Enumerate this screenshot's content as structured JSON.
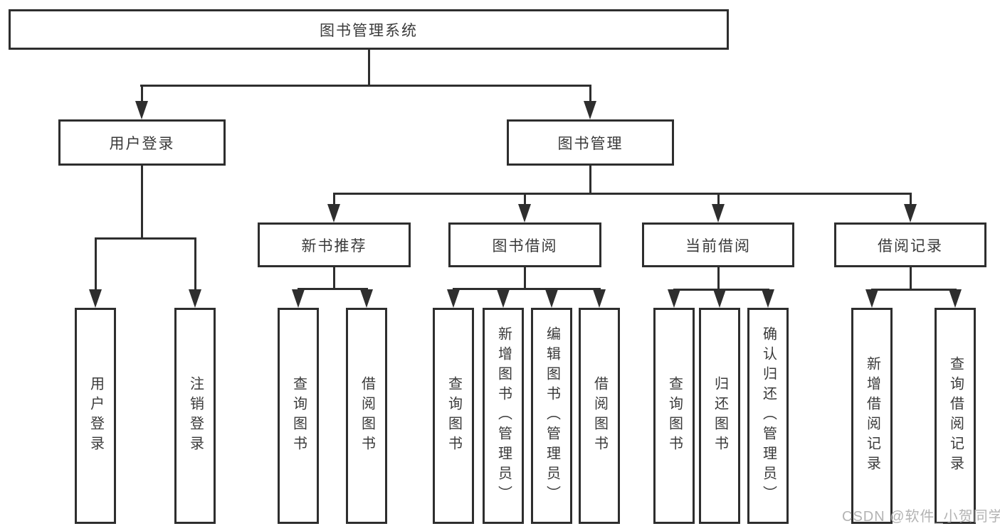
{
  "diagram_title": "图书管理系统",
  "tree": {
    "root": {
      "label": "图书管理系统",
      "children": [
        {
          "label": "用户登录",
          "children": [
            {
              "label": "用户登录"
            },
            {
              "label": "注销登录"
            }
          ]
        },
        {
          "label": "图书管理",
          "children": [
            {
              "label": "新书推荐",
              "children": [
                {
                  "label": "查询图书"
                },
                {
                  "label": "借阅图书"
                }
              ]
            },
            {
              "label": "图书借阅",
              "children": [
                {
                  "label": "查询图书"
                },
                {
                  "label": "新增图书（管理员）"
                },
                {
                  "label": "编辑图书（管理员）"
                },
                {
                  "label": "借阅图书"
                }
              ]
            },
            {
              "label": "当前借阅",
              "children": [
                {
                  "label": "查询图书"
                },
                {
                  "label": "归还图书"
                },
                {
                  "label": "确认归还（管理员）"
                }
              ]
            },
            {
              "label": "借阅记录",
              "children": [
                {
                  "label": "新增借阅记录"
                },
                {
                  "label": "查询借阅记录"
                }
              ]
            }
          ]
        }
      ]
    }
  },
  "watermark": {
    "text": "CSDN @软件_小贺同学"
  },
  "colors": {
    "line": "#2e2e2e",
    "text": "#3a3a3a",
    "watermark": "#b3b3b3",
    "background": "#ffffff"
  }
}
